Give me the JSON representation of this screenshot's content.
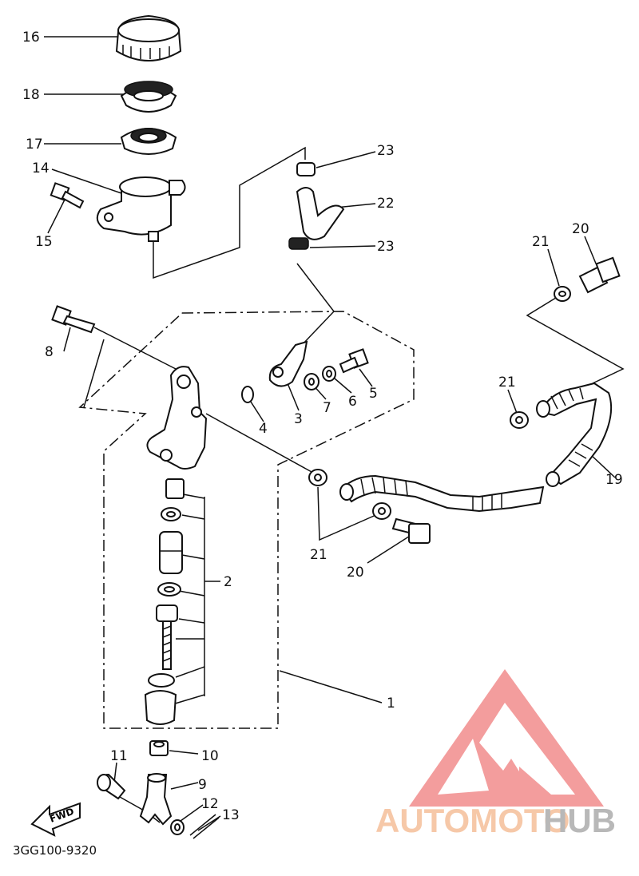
{
  "diagram": {
    "code": "3GG100-9320",
    "fwd_label": "FWD",
    "callouts": [
      "16",
      "18",
      "17",
      "14",
      "15",
      "8",
      "23",
      "22",
      "23",
      "21",
      "20",
      "21",
      "4",
      "3",
      "7",
      "6",
      "5",
      "2",
      "21",
      "20",
      "19",
      "1",
      "11",
      "10",
      "9",
      "12",
      "13"
    ]
  },
  "watermark": {
    "text_part1": "AUTOMOTO",
    "text_part2": "HUB",
    "colors": {
      "part1": "#f6c8a8",
      "part2": "#b8b8b8",
      "logo": "#f28c8c"
    }
  }
}
